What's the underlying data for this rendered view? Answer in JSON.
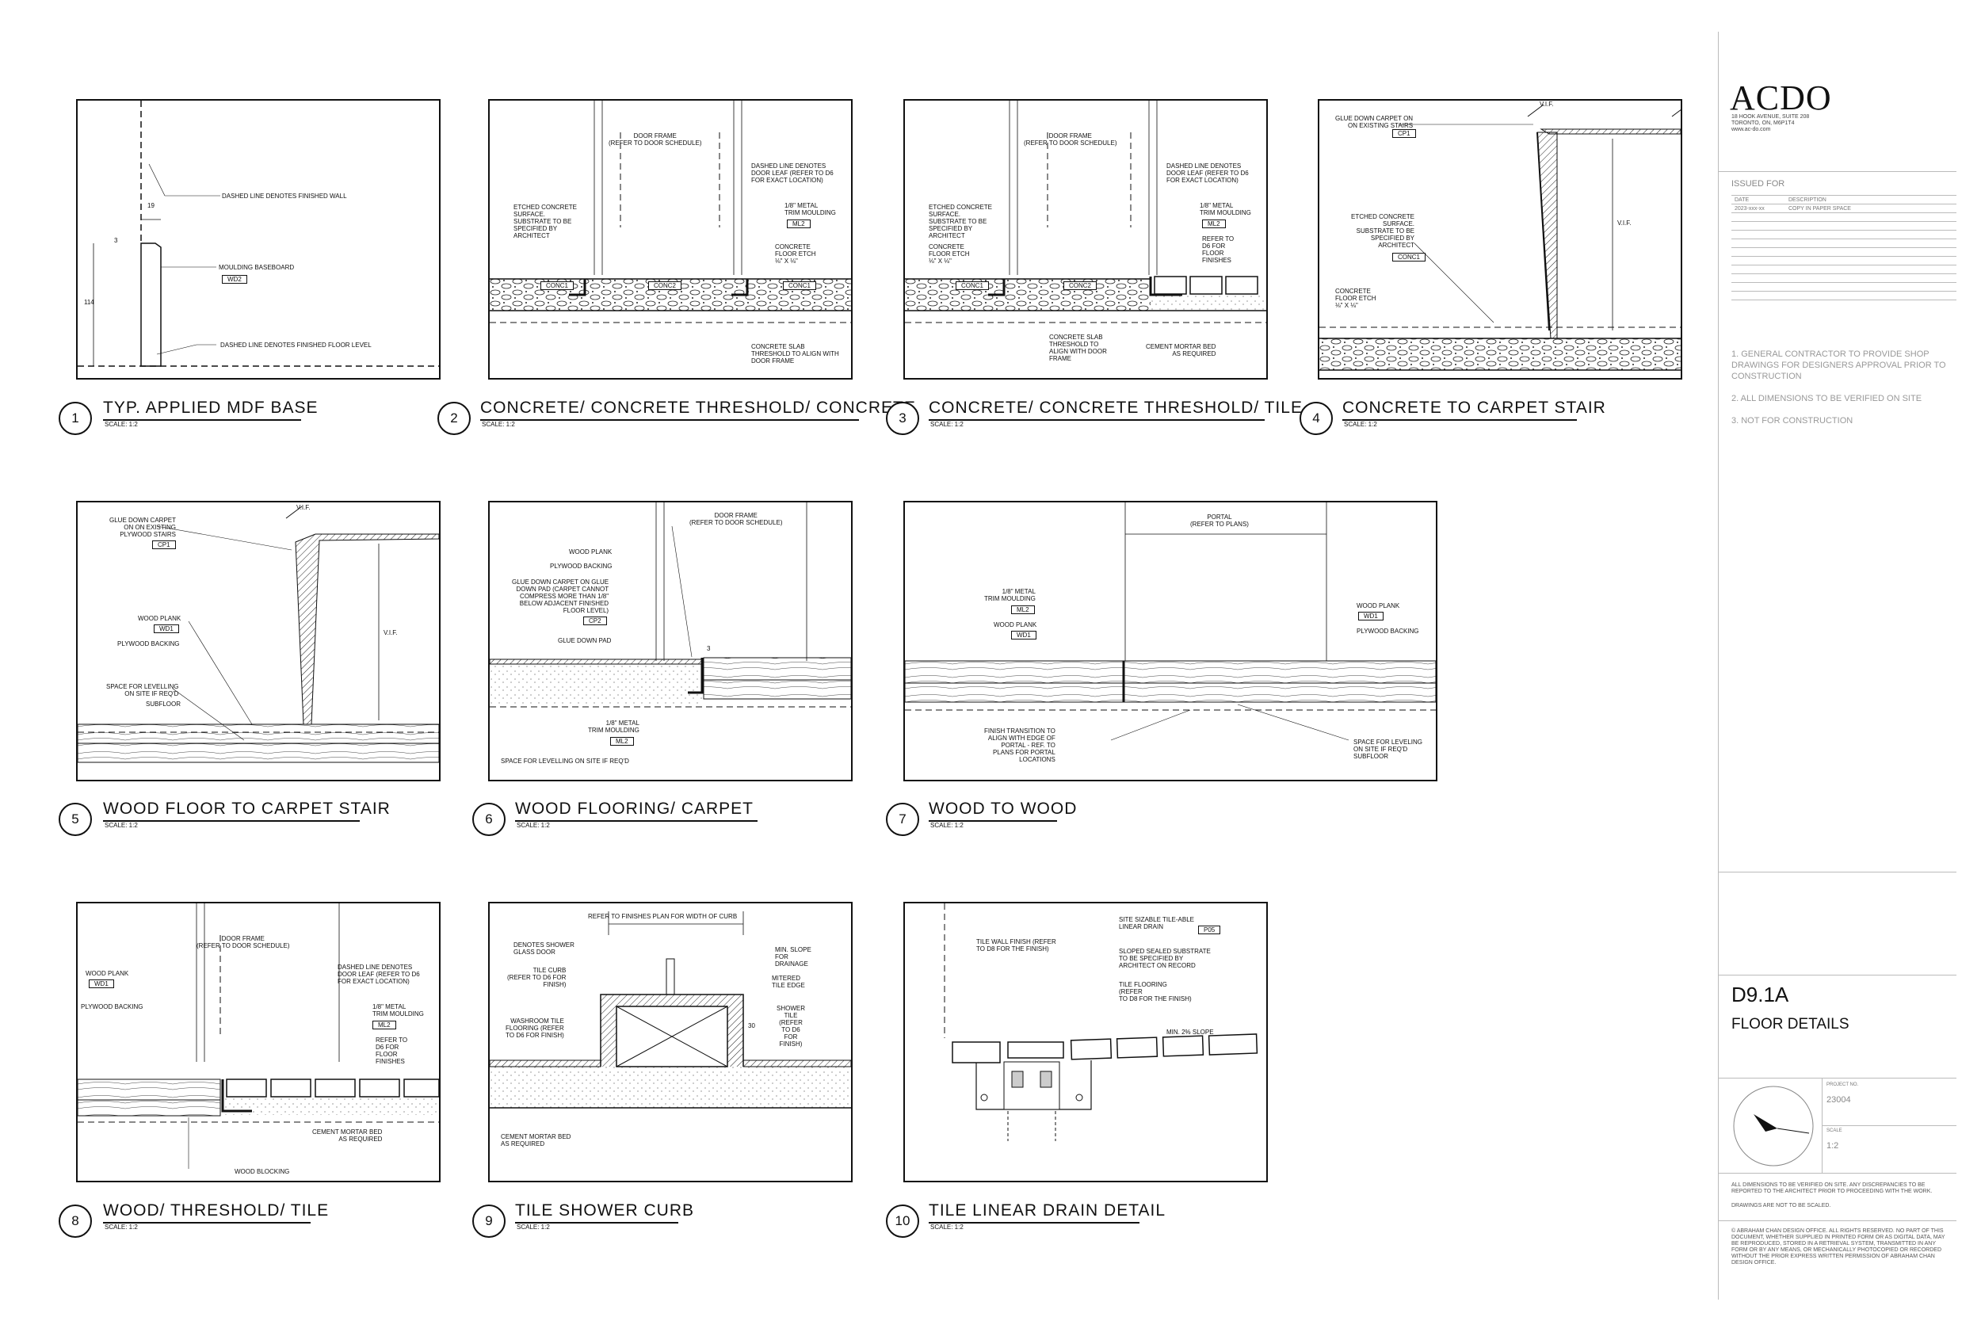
{
  "details": [
    {
      "num": "1",
      "title": "TYP. APPLIED MDF BASE",
      "scale": "SCALE: 1:2"
    },
    {
      "num": "2",
      "title": "CONCRETE/ CONCRETE THRESHOLD/ CONCRETE",
      "scale": "SCALE: 1:2"
    },
    {
      "num": "3",
      "title": "CONCRETE/ CONCRETE THRESHOLD/ TILE",
      "scale": "SCALE: 1:2"
    },
    {
      "num": "4",
      "title": "CONCRETE TO CARPET STAIR",
      "scale": "SCALE: 1:2"
    },
    {
      "num": "5",
      "title": "WOOD FLOOR TO CARPET STAIR",
      "scale": "SCALE: 1:2"
    },
    {
      "num": "6",
      "title": "WOOD FLOORING/ CARPET",
      "scale": "SCALE: 1:2"
    },
    {
      "num": "7",
      "title": "WOOD TO WOOD",
      "scale": "SCALE: 1:2"
    },
    {
      "num": "8",
      "title": "WOOD/ THRESHOLD/ TILE",
      "scale": "SCALE: 1:2"
    },
    {
      "num": "9",
      "title": "TILE SHOWER CURB",
      "scale": "SCALE: 1:2"
    },
    {
      "num": "10",
      "title": "TILE LINEAR DRAIN DETAIL",
      "scale": "SCALE: 1:2"
    }
  ],
  "annotations": {
    "d1": {
      "wall": "DASHED LINE DENOTES FINISHED WALL",
      "base": "MOULDING BASEBOARD",
      "base_tag": "WD2",
      "floor": "DASHED LINE DENOTES FINISHED FLOOR LEVEL",
      "dim1": "19",
      "dim2": "114",
      "dim3": "3"
    },
    "d2": {
      "frame": "DOOR FRAME\n(REFER TO DOOR SCHEDULE)",
      "leaf": "DASHED LINE DENOTES\nDOOR LEAF (REFER TO D6\nFOR EXACT LOCATION)",
      "etched": "ETCHED CONCRETE\nSURFACE.\nSUBSTRATE TO BE\nSPECIFIED BY\nARCHITECT",
      "trim": "1/8\" METAL\nTRIM MOULDING",
      "trim_tag": "ML2",
      "etch": "CONCRETE\nFLOOR ETCH\n⅛\" x ⅛\"",
      "t1": "CONC1",
      "t2": "CONC2",
      "t3": "CONC1",
      "slab": "CONCRETE SLAB\nTHRESHOLD TO ALIGN WITH\nDOOR FRAME"
    },
    "d3": {
      "frame": "DOOR FRAME\n(REFER TO DOOR SCHEDULE)",
      "leaf": "DASHED LINE DENOTES\nDOOR LEAF (REFER TO D6\nFOR EXACT LOCATION)",
      "etched": "ETCHED CONCRETE\nSURFACE.\nSUBSTRATE TO BE\nSPECIFIED BY\nARCHITECT",
      "etch": "CONCRETE\nFLOOR ETCH\n⅛\" x ⅛\"",
      "trim": "1/8\" METAL\nTRIM MOULDING",
      "trim_tag": "ML2",
      "refer": "REFER TO\nD6 FOR\nFLOOR\nFINISHES",
      "t1": "CONC1",
      "t2": "CONC2",
      "slab": "CONCRETE SLAB\nTHRESHOLD TO\nALIGN WITH DOOR\nFRAME",
      "mortar": "CEMENT MORTAR BED\nAS REQUIRED"
    },
    "d4": {
      "carpet": "GLUE DOWN CARPET ON\nON EXISTING STAIRS",
      "carpet_tag": "CP1",
      "etched": "ETCHED CONCRETE\nSURFACE.\nSUBSTRATE TO BE\nSPECIFIED BY\nARCHITECT",
      "etched_tag": "CONC1",
      "etch": "CONCRETE\nFLOOR ETCH\n⅛\" x ⅛\"",
      "vif": "V.I.F.",
      "vif2": "V.I.F."
    },
    "d5": {
      "carpet": "GLUE DOWN CARPET\nON ON EXISTING\nPLYWOOD STAIRS",
      "carpet_tag": "CP1",
      "plank": "WOOD PLANK",
      "plank_tag": "WD1",
      "ply": "PLYWOOD BACKING",
      "space": "SPACE FOR LEVELLING\nON SITE IF REQ'D",
      "sub": "SUBFLOOR",
      "vif": "V.I.F.",
      "vif2": "V.I.F."
    },
    "d6": {
      "frame": "DOOR FRAME\n(REFER TO DOOR SCHEDULE)",
      "plank": "WOOD PLANK",
      "ply": "PLYWOOD BACKING",
      "carpet": "GLUE DOWN CARPET ON GLUE\nDOWN PAD (CARPET CANNOT\nCOMPRESS MORE THAN 1/8\"\nBELOW ADJACENT FINISHED\nFLOOR LEVEL)",
      "carpet_tag": "CP2",
      "pad": "GLUE DOWN PAD",
      "trim": "1/8\" METAL\nTRIM MOULDING",
      "trim_tag": "ML2",
      "space": "SPACE FOR LEVELLING ON SITE IF REQ'D",
      "dim": "3"
    },
    "d7": {
      "portal": "PORTAL\n(REFER TO PLANS)",
      "trim": "1/8\" METAL\nTRIM MOULDING",
      "trim_tag": "ML2",
      "plankL": "WOOD PLANK",
      "plankL_tag": "WD1",
      "plankR": "WOOD PLANK",
      "plankR_tag": "WD1",
      "ply": "PLYWOOD BACKING",
      "finish": "FINISH TRANSITION TO\nALIGN WITH EDGE OF\nPORTAL - REF. TO\nPLANS FOR PORTAL\nLOCATIONS",
      "space": "SPACE FOR LEVELING\nON SITE IF REQ'D\nSUBFLOOR"
    },
    "d8": {
      "frame": "DOOR FRAME\n(REFER TO DOOR SCHEDULE)",
      "plank": "WOOD PLANK",
      "plank_tag": "WD1",
      "ply": "PLYWOOD BACKING",
      "leaf": "DASHED LINE DENOTES\nDOOR LEAF (REFER TO D6\nFOR EXACT LOCATION)",
      "trim": "1/8\" METAL\nTRIM MOULDING",
      "trim_tag": "ML2",
      "refer": "REFER TO\nD6 FOR\nFLOOR\nFINISHES",
      "mortar": "CEMENT MORTAR BED\nAS REQUIRED",
      "block": "WOOD BLOCKING"
    },
    "d9": {
      "refer": "REFER TO FINISHES PLAN FOR WIDTH OF CURB",
      "glass": "DENOTES SHOWER\nGLASS DOOR",
      "curb": "TILE CURB\n(REFER TO D6 FOR\nFINISH)",
      "floor": "WASHROOM TILE\nFLOORING (REFER\nTO D6 FOR FINISH)",
      "slope": "MIN. SLOPE\nFOR\nDRAINAGE",
      "mitre": "MITERED\nTILE EDGE",
      "shower": "SHOWER\nTILE\n(REFER\nTO D6\nFOR\nFINISH)",
      "mortar": "CEMENT MORTAR BED\nAS REQUIRED",
      "dim": "30"
    },
    "d10": {
      "wall": "TILE WALL FINISH (REFER\nTO D8 FOR THE FINISH)",
      "drain": "SITE SIZABLE TILE-ABLE\nLINEAR DRAIN",
      "drain_tag": "P05",
      "sloped": "SLOPED SEALED SUBSTRATE\nTO BE SPECIFIED BY\nARCHITECT ON RECORD",
      "tile": "TILE FLOORING\n(REFER\nTO D8 FOR THE FINISH)",
      "slope": "MIN. 2% SLOPE"
    }
  },
  "titleblock": {
    "logo": "ACDO",
    "address": "18 HOOK AVENUE, SUITE 208\nTORONTO, ON, M6P1T4\nwww.ac-do.com",
    "issued_for": "ISSUED FOR",
    "col_date": "DATE",
    "col_desc": "DESCRIPTION",
    "row1_date": "2023-xxx-xx",
    "row1_desc": "COPY IN PAPER SPACE",
    "notes": [
      "1.  GENERAL CONTRACTOR TO PROVIDE SHOP DRAWINGS FOR DESIGNERS APPROVAL PRIOR TO CONSTRUCTION",
      "2.  ALL DIMENSIONS TO BE VERIFIED ON SITE",
      "3.    NOT FOR CONSTRUCTION"
    ],
    "sheet_no": "D9.1A",
    "sheet_title": "FLOOR DETAILS",
    "project_label": "PROJECT NO.",
    "project_no": "23004",
    "scale_label": "SCALE",
    "scale": "1:2",
    "disclaimer1": "ALL DIMENSIONS TO BE VERIFIED ON SITE. ANY DISCREPANCIES TO BE REPORTED TO THE ARCHITECT PRIOR TO PROCEEDING WITH THE WORK.",
    "disclaimer2": "DRAWINGS ARE NOT TO BE SCALED.",
    "copyright": "© ABRAHAM CHAN DESIGN OFFICE. ALL RIGHTS RESERVED. NO PART OF THIS DOCUMENT, WHETHER SUPPLIED IN PRINTED FORM OR AS DIGITAL DATA, MAY BE REPRODUCED, STORED IN A RETRIEVAL SYSTEM, TRANSMITTED IN ANY FORM OR BY ANY MEANS, OR MECHANICALLY PHOTOCOPIED OR RECORDED WITHOUT THE PRIOR EXPRESS WRITTEN PERMISSION OF ABRAHAM CHAN DESIGN OFFICE."
  }
}
